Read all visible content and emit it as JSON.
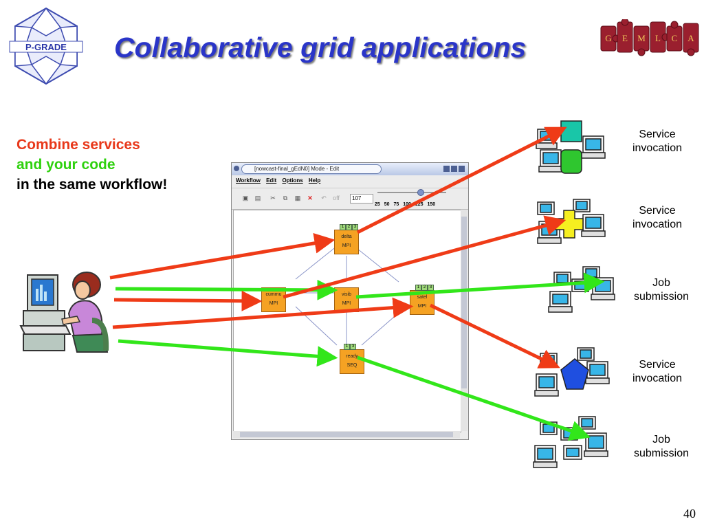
{
  "title": "Collaborative grid applications",
  "slogan": {
    "line1": "Combine services",
    "line2": "and your code",
    "line3": "in the same workflow!"
  },
  "colors": {
    "title": "#2a35c8",
    "red_text": "#e8381a",
    "green_text": "#2fd10e",
    "red_arrow": "#ef3b17",
    "green_arrow": "#32e61a",
    "job_box": "#f5a223"
  },
  "logo_left": {
    "text": "P-GRADE"
  },
  "logo_right": {
    "letters": [
      "G",
      "E",
      "M",
      "L",
      "C",
      "A"
    ]
  },
  "targets": [
    {
      "label1": "Service",
      "label2": "invocation",
      "icon": "computer-cluster-icon"
    },
    {
      "label1": "Service",
      "label2": "invocation",
      "icon": "computer-cluster-icon"
    },
    {
      "label1": "Job",
      "label2": "submission",
      "icon": "computer-cluster-icon"
    },
    {
      "label1": "Service",
      "label2": "invocation",
      "icon": "computer-cluster-icon"
    },
    {
      "label1": "Job",
      "label2": "submission",
      "icon": "computer-cluster-icon"
    }
  ],
  "window": {
    "title": "[nowcast-final_gEdN0]  Mode - Edit",
    "menu": [
      "Workflow",
      "Edit",
      "Options",
      "Help"
    ],
    "toolbar_off": "off",
    "zoom_value": "107",
    "zoom_ticks": "25  50  75  100  125  150",
    "jobs": [
      {
        "name": "delta",
        "type": "MPI"
      },
      {
        "name": "cummu",
        "type": "MPI"
      },
      {
        "name": "visib",
        "type": "MPI"
      },
      {
        "name": "satel",
        "type": "MPI"
      },
      {
        "name": "ready",
        "type": "SEQ"
      }
    ]
  },
  "page_number": "40"
}
